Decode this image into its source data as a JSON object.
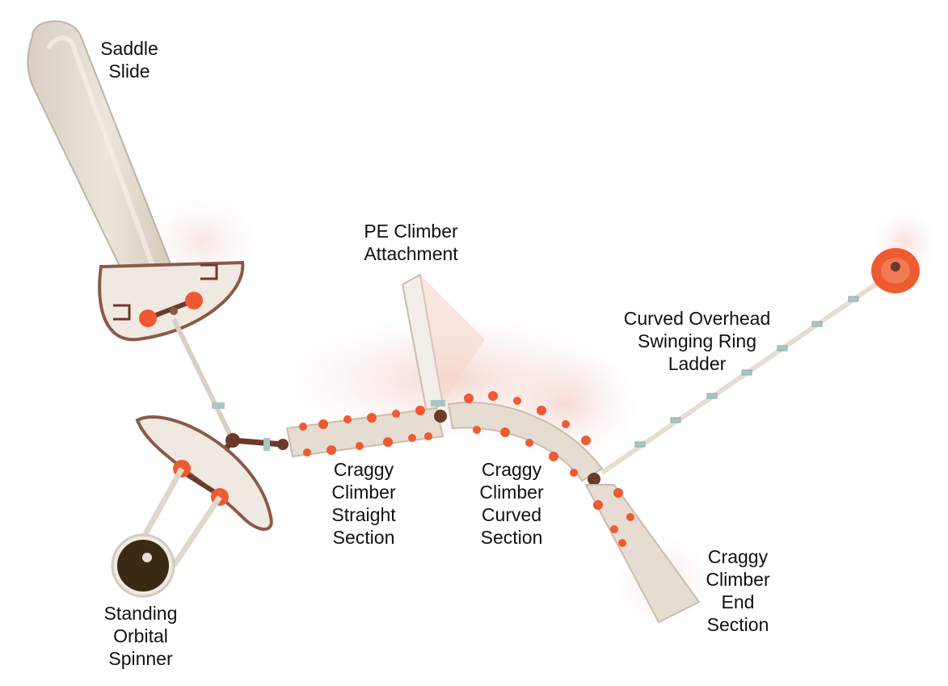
{
  "labels": {
    "saddle_slide": [
      "Saddle",
      "Slide"
    ],
    "pe_climber": [
      "PE Climber",
      "Attachment"
    ],
    "ring_ladder": [
      "Curved Overhead",
      "Swinging Ring",
      "Ladder"
    ],
    "straight_section": [
      "Craggy",
      "Climber",
      "Straight",
      "Section"
    ],
    "curved_section": [
      "Craggy",
      "Climber",
      "Curved",
      "Section"
    ],
    "end_section": [
      "Craggy",
      "Climber",
      "End",
      "Section"
    ],
    "spinner": [
      "Standing",
      "Orbital",
      "Spinner"
    ]
  },
  "colors": {
    "background": "#ffffff",
    "tan": "#e6ddd2",
    "tan_dark": "#c9bcae",
    "post_brown": "#6b3a2a",
    "accent_orange": "#ee5a32",
    "shadow_pink": "#f3d6d0",
    "clamp_teal": "#a9c6c6",
    "spinner_base": "#3a2a14"
  }
}
